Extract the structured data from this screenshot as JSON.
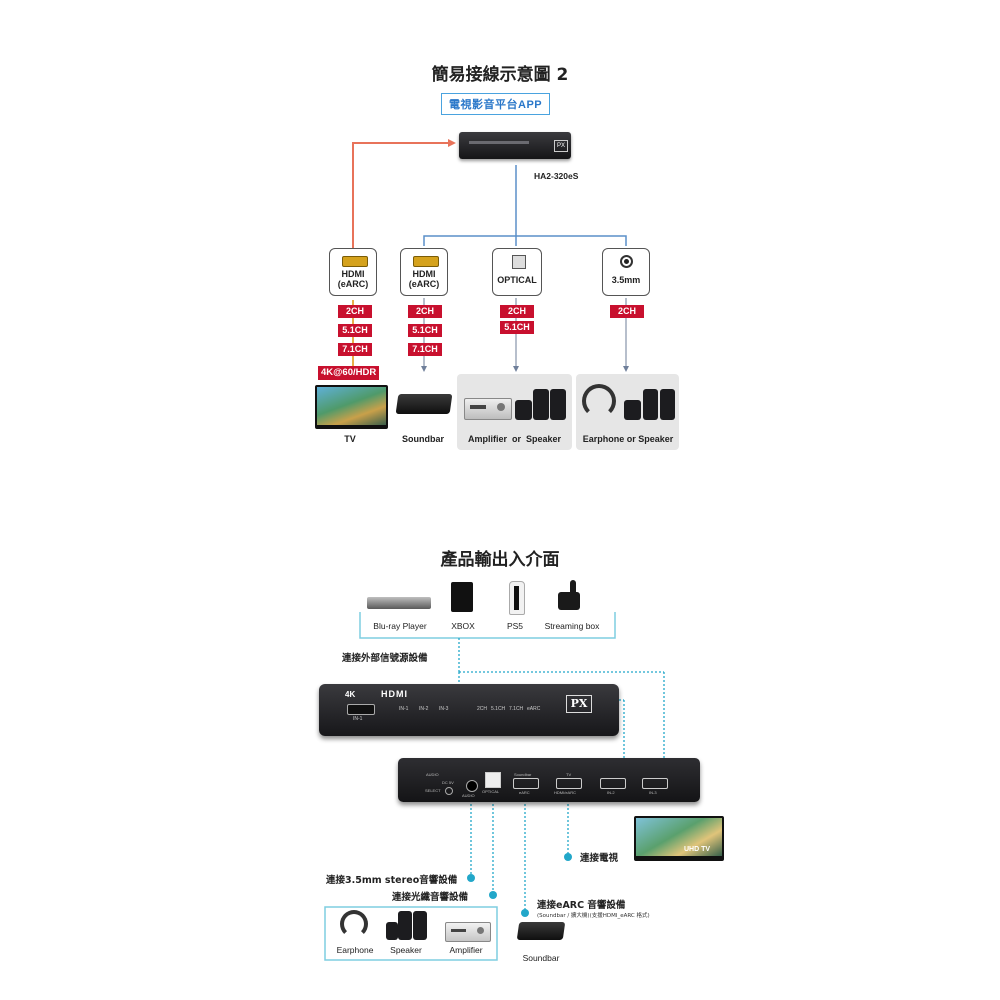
{
  "diagram1": {
    "title": "簡易接線示意圖 2",
    "app_label": "電視影音平台APP",
    "device_model": "HA2-320eS",
    "device_logo": "PX",
    "ports": [
      {
        "label_line1": "HDMI",
        "label_line2": "(eARC)",
        "icon": "hdmi-icon",
        "badges": [
          "2CH",
          "5.1CH",
          "7.1CH"
        ]
      },
      {
        "label_line1": "HDMI",
        "label_line2": "(eARC)",
        "icon": "hdmi-icon",
        "badges": [
          "2CH",
          "5.1CH",
          "7.1CH"
        ]
      },
      {
        "label_line1": "OPTICAL",
        "label_line2": "",
        "icon": "optical-icon",
        "badges": [
          "2CH",
          "5.1CH"
        ]
      },
      {
        "label_line1": "3.5mm",
        "label_line2": "",
        "icon": "audio-jack-icon",
        "badges": [
          "2CH"
        ]
      }
    ],
    "tv_badge": "4K@60/HDR",
    "devices": [
      "TV",
      "Soundbar",
      "Amplifier  or  Speaker",
      "Earphone or Speaker"
    ],
    "colors": {
      "hdmi_line": "#e8735a",
      "audio_line": "#5a8fc9",
      "badge": "#c8102e"
    }
  },
  "diagram2": {
    "title": "產品輸出入介面",
    "sources": [
      "Blu-ray Player",
      "XBOX",
      "PS5",
      "Streaming box"
    ],
    "source_caption": "連接外部信號源設備",
    "front_panel": {
      "logo_4k": "4K",
      "logo_hdmi": "HDMI",
      "port_label": "IN-1",
      "indicators": [
        "IN-1",
        "IN-2",
        "IN-3",
        "2CH",
        "5.1CH",
        "7.1CH",
        "eARC"
      ],
      "brand": "PX"
    },
    "rear_panel": {
      "labels": [
        "AUDIO",
        "DC 5V",
        "SELECT",
        "AUDIO",
        "OPTICAL",
        "Soundbar",
        "eARC",
        "TV",
        "HDMI/eARC",
        "IN-2",
        "IN-3"
      ]
    },
    "callouts": {
      "tv": "連接電視",
      "stereo": "連接3.5mm stereo音響設備",
      "optical": "連接光纖音響設備",
      "earc": "連接eARC 音響設備",
      "earc_note": "(Soundbar / 擴大機)(支援HDMI_eARC 格式)"
    },
    "tv_screen_text": "UHD TV",
    "audio_devices": [
      "Earphone",
      "Speaker",
      "Amplifier"
    ],
    "soundbar_label": "Soundbar",
    "colors": {
      "dotted": "#22a7c9",
      "dot": "#22a7c9"
    }
  }
}
